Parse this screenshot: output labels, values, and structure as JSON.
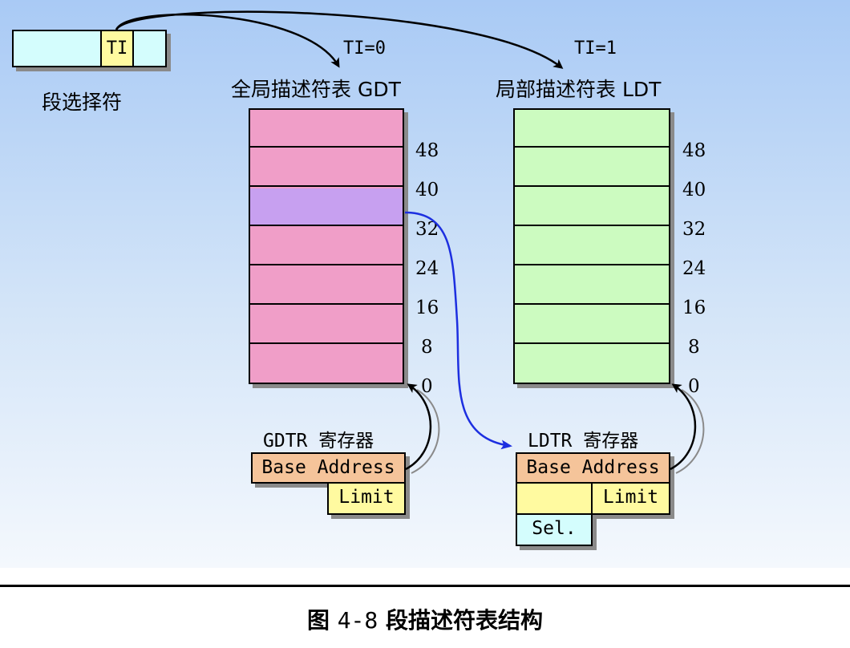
{
  "selector": {
    "ti_label": "TI",
    "caption": "段选择符"
  },
  "gdt": {
    "ti_label": "TI=0",
    "title": "全局描述符表 GDT",
    "offsets": [
      "48",
      "40",
      "32",
      "24",
      "16",
      "8",
      "0"
    ],
    "register": {
      "title": "GDTR 寄存器",
      "base": "Base Address",
      "limit": "Limit"
    }
  },
  "ldt": {
    "ti_label": "TI=1",
    "title": "局部描述符表 LDT",
    "offsets": [
      "48",
      "40",
      "32",
      "24",
      "16",
      "8",
      "0"
    ],
    "register": {
      "title": "LDTR 寄存器",
      "base": "Base Address",
      "limit": "Limit",
      "sel": "Sel."
    }
  },
  "figure": {
    "prefix": "图",
    "number": "4-8",
    "title": "段描述符表结构"
  },
  "colors": {
    "gdt_fill": "#f09ec8",
    "gdt_highlight": "#c7a0f0",
    "ldt_fill": "#ccfbc0",
    "register_base": "#f5c49a",
    "register_limit": "#fffaa0",
    "selector_fill": "#d4fdfd",
    "selector_ti": "#fffaa0",
    "ldt_link_arrow": "#1d2fe0"
  }
}
